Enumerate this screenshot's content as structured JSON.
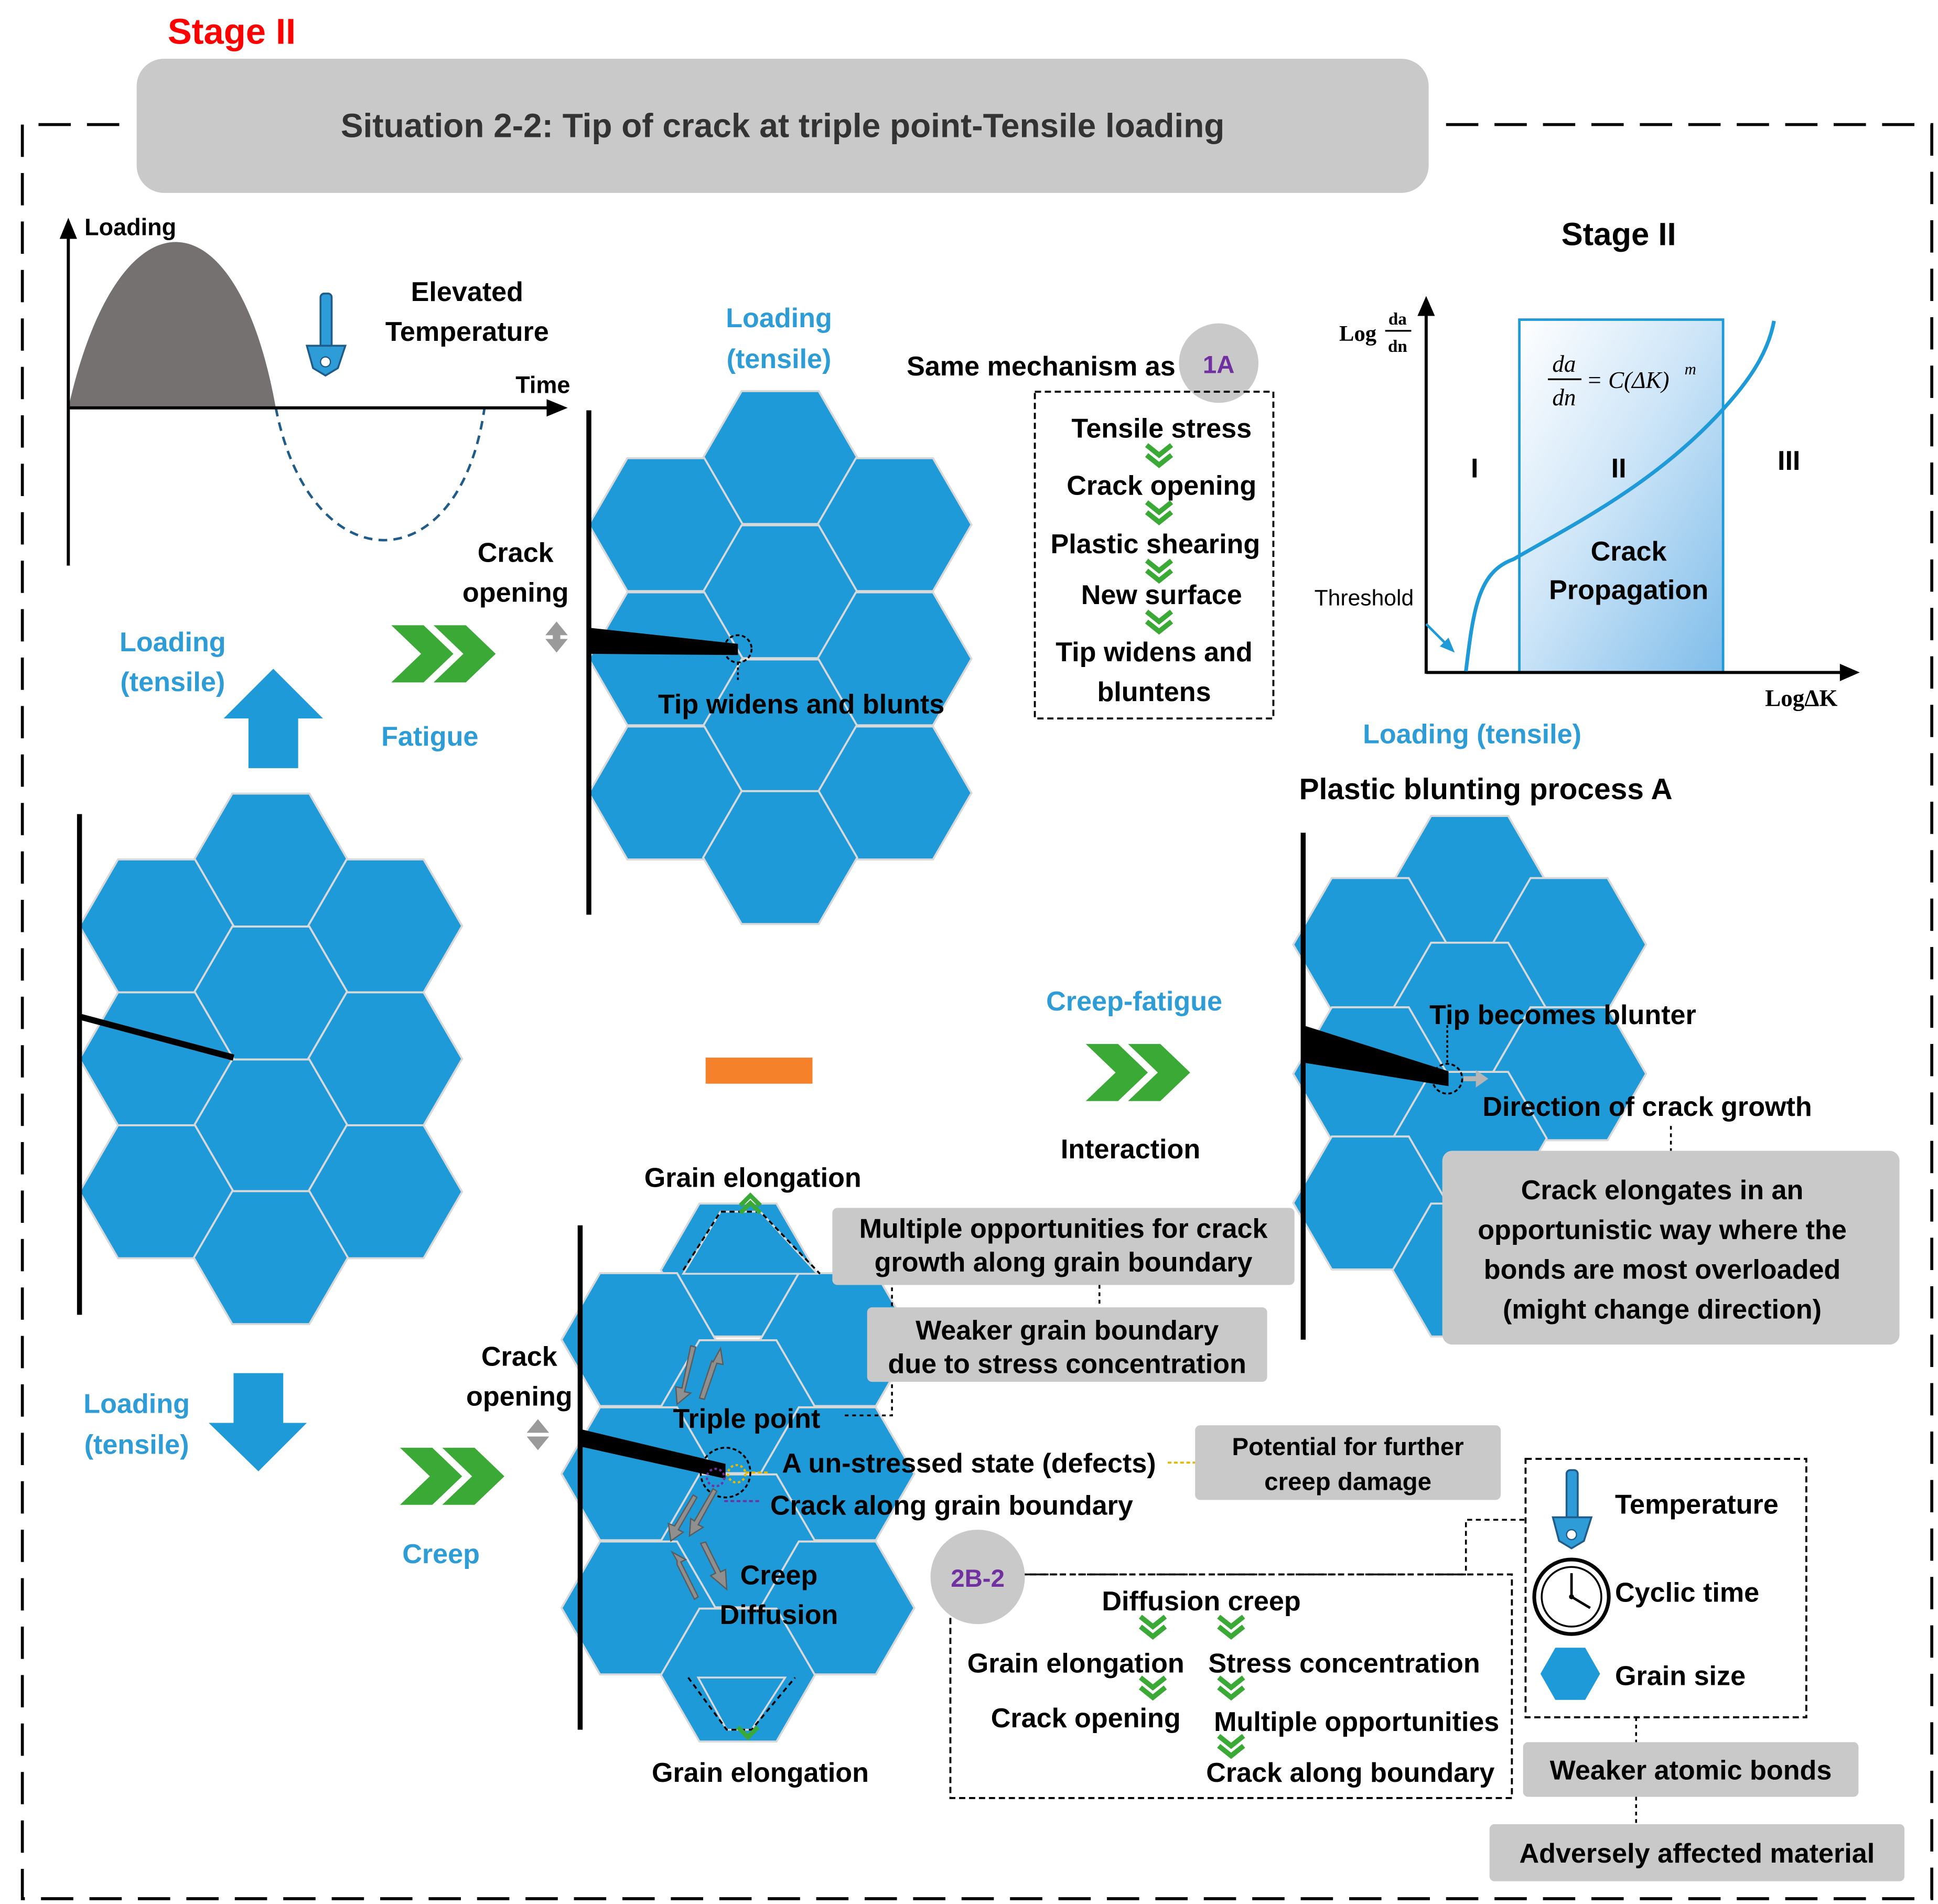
{
  "stage_label": "Stage II",
  "banner_title": "Situation 2-2: Tip of crack at triple point-Tensile loading",
  "loading_graph": {
    "y_axis": "Loading",
    "x_axis": "Time",
    "temperature_line1": "Elevated",
    "temperature_line2": "Temperature"
  },
  "left_panel": {
    "loading_up_1": "Loading",
    "loading_up_2": "(tensile)",
    "loading_down_1": "Loading",
    "loading_down_2": "(tensile)"
  },
  "fatigue": {
    "label": "Fatigue",
    "loading_1": "Loading",
    "loading_2": "(tensile)",
    "crack_opening_1": "Crack",
    "crack_opening_2": "opening",
    "tip_label": "Tip widens and blunts"
  },
  "mechanism": {
    "header": "Same mechanism as",
    "badge": "1A",
    "steps": [
      "Tensile stress",
      "Crack opening",
      "Plastic shearing",
      "New surface",
      "Tip widens and",
      "bluntens"
    ]
  },
  "paris_chart": {
    "title": "Stage II",
    "y_label_log": "Log",
    "y_label_num": "da",
    "y_label_den": "dn",
    "x_label": "LogΔK",
    "formula_num": "da",
    "formula_den": "dn",
    "formula_rhs": "= C(ΔK)",
    "formula_exp": "m",
    "region_1": "I",
    "region_2": "II",
    "region_3": "III",
    "region_text_1": "Crack",
    "region_text_2": "Propagation",
    "threshold": "Threshold"
  },
  "interaction": {
    "creep_fatigue": "Creep-fatigue",
    "label": "Interaction"
  },
  "blunting": {
    "loading": "Loading (tensile)",
    "title": "Plastic blunting process A",
    "tip_label": "Tip becomes blunter",
    "direction": "Direction of crack growth",
    "box_lines": [
      "Crack elongates in an",
      "opportunistic way where the",
      "bonds are most overloaded",
      "(might change direction)"
    ]
  },
  "creep": {
    "label": "Creep",
    "crack_opening_1": "Crack",
    "crack_opening_2": "opening",
    "grain_elongation_top": "Grain elongation",
    "grain_elongation_bottom": "Grain elongation",
    "triple_point": "Triple point",
    "unstressed": "A un-stressed state (defects)",
    "crack_boundary": "Crack along grain boundary",
    "creep_diffusion_1": "Creep",
    "creep_diffusion_2": "Diffusion",
    "box_multiple_1": "Multiple opportunities for crack",
    "box_multiple_2": "growth along grain boundary",
    "box_weaker_1": "Weaker grain boundary",
    "box_weaker_2": "due to stress concentration",
    "box_potential_1": "Potential for further",
    "box_potential_2": "creep damage"
  },
  "diffusion": {
    "badge": "2B-2",
    "title": "Diffusion creep",
    "left_1": "Grain elongation",
    "left_2": "Crack opening",
    "right_1": "Stress concentration",
    "right_2": "Multiple opportunities",
    "right_3": "Crack along boundary"
  },
  "factors": {
    "temperature": "Temperature",
    "cyclic_time": "Cyclic time",
    "grain_size": "Grain size",
    "weaker_bonds": "Weaker atomic bonds",
    "adversely": "Adversely affected material"
  },
  "colors": {
    "grain_blue": "#1f9ad8",
    "label_blue": "#2e9cd6",
    "stage_red": "#ff0000",
    "arrow_green": "#3aa935",
    "box_gray": "#c9c9c9",
    "badge_purple": "#7030a0",
    "minus_orange": "#f5822a"
  }
}
